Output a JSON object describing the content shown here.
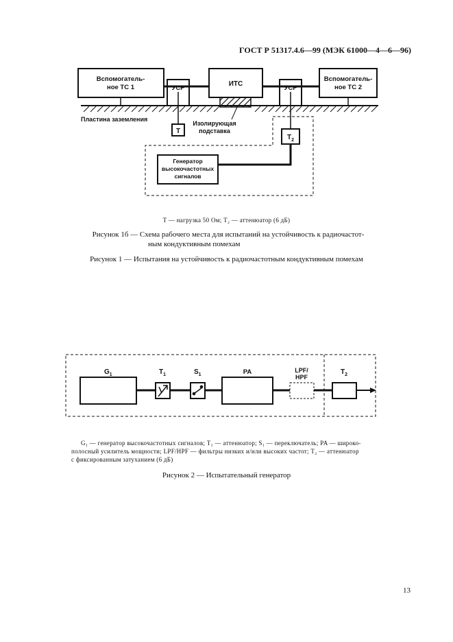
{
  "header": "ГОСТ Р 51317.4.6—99 (МЭК 61000—4—6—96)",
  "fig1b": {
    "aux1": [
      "Вспомогатель-",
      "ное ТС 1"
    ],
    "aux2": [
      "Вспомогатель-",
      "ное ТС 2"
    ],
    "usr": "УСР",
    "its": "ИТС",
    "ground": "Пластина заземления",
    "load": "T",
    "insul": [
      "Изолирующая",
      "подставка"
    ],
    "t2": "T",
    "t2sub": "2",
    "gen": [
      "Генератор",
      "высокочастотных",
      "сигналов"
    ],
    "note": "T — нагрузка 50 Ом; T₂ — аттенюатор (6 дБ)",
    "caption": [
      "Рисунок 1б — Схема рабочего места для испытаний на устойчивость к радиочастот-",
      "ным кондуктивным помехам"
    ]
  },
  "fig1_caption": "Рисунок 1 — Испытания на устойчивость к радиочастотным кондуктивным помехам",
  "fig2": {
    "g1": "G",
    "g1sub": "1",
    "t1": "T",
    "t1sub": "1",
    "s1": "S",
    "s1sub": "1",
    "pa": "PA",
    "lpf": [
      "LPF/",
      "HPF"
    ],
    "t2": "T",
    "t2sub": "2",
    "note": [
      "G₁ — генератор высокочастотных сигналов; T₁ — аттенюатор; S₁ — переключатель; PA — широко-",
      "полосный усилитель мощности; LPF/HPF — фильтры низких и/или высоких частот; T₂ — аттенюатор",
      "с фиксированным затуханием (6 дБ)"
    ],
    "caption": "Рисунок 2 — Испытательный генератор"
  },
  "page_number": "13"
}
